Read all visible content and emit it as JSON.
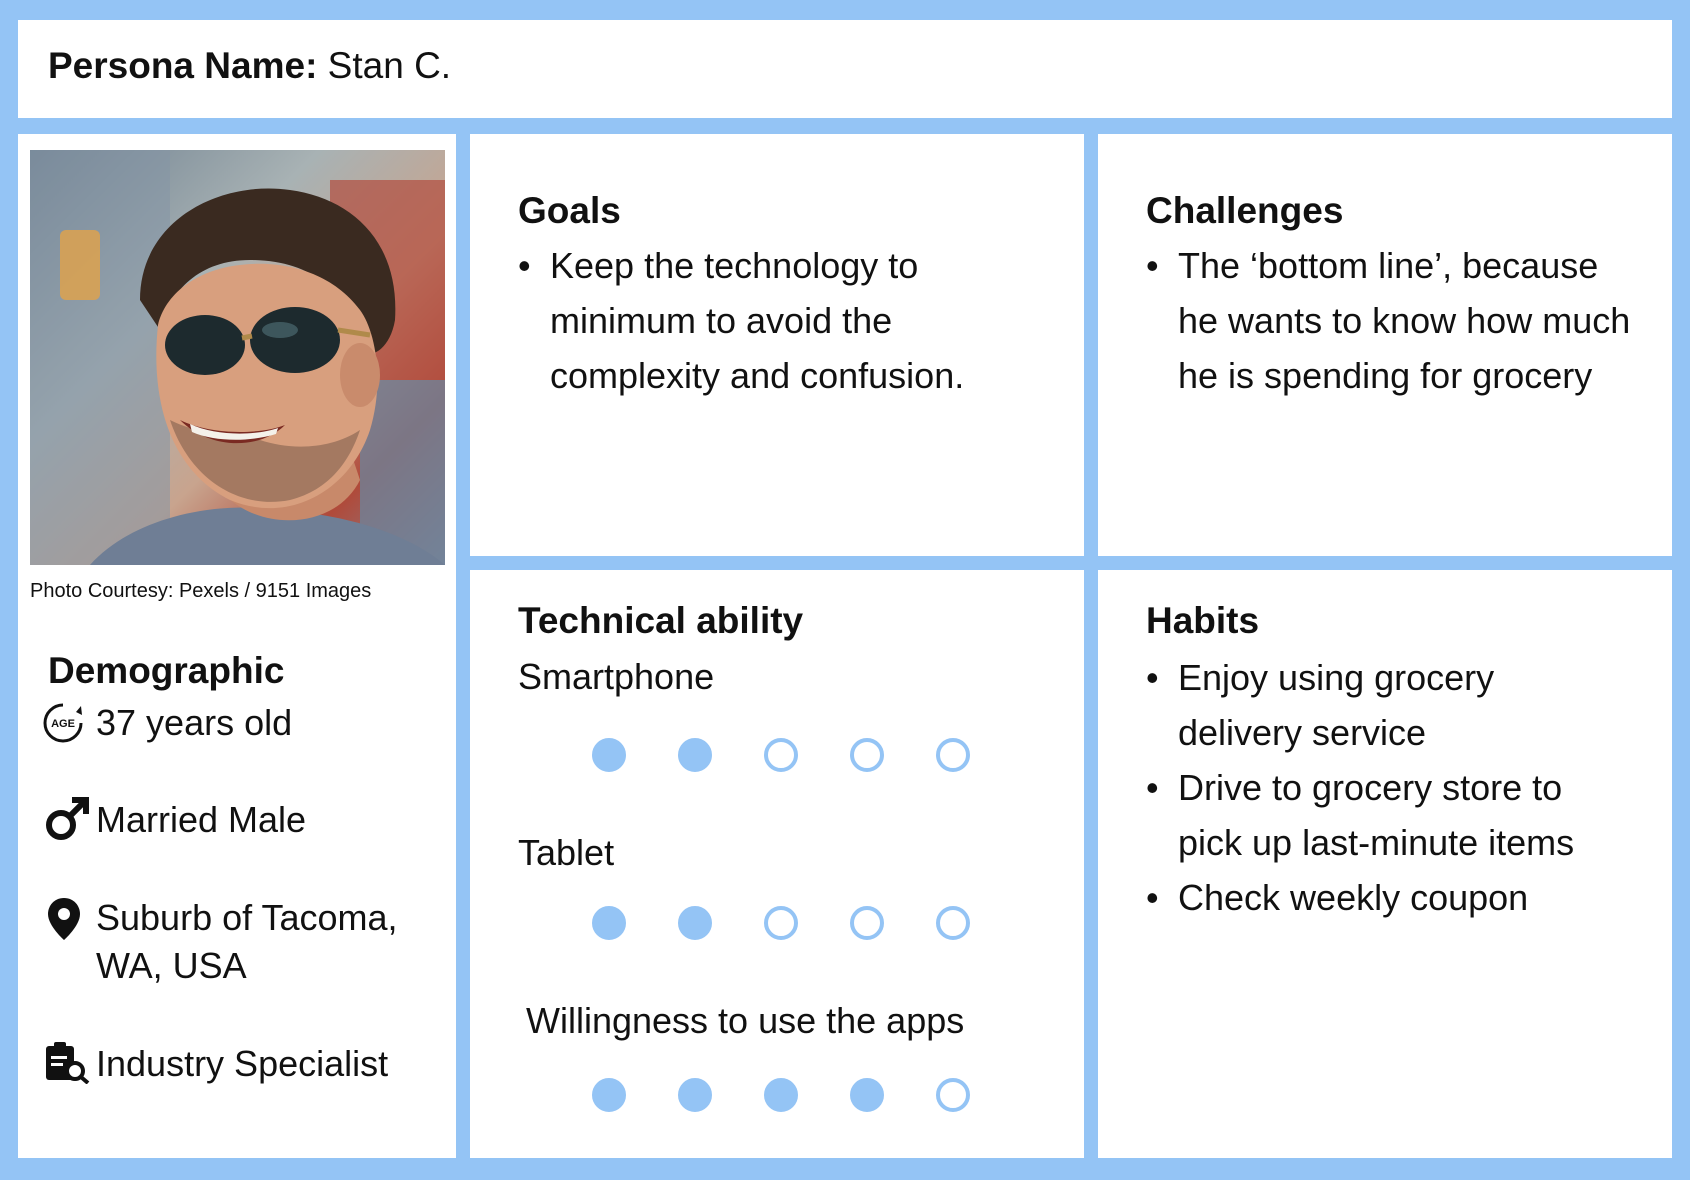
{
  "header": {
    "label": "Persona Name:",
    "name": "Stan C."
  },
  "photo": {
    "credit": "Photo Courtesy: Pexels / 9151 Images"
  },
  "demographic": {
    "title": "Demographic",
    "age": "37 years old",
    "gender": "Married Male",
    "location_line1": "Suburb of Tacoma,",
    "location_line2": "WA, USA",
    "occupation": "Industry Specialist",
    "age_icon_text": "AGE",
    "icons": [
      "age-icon",
      "male-icon",
      "location-pin-icon",
      "clipboard-search-icon"
    ]
  },
  "goals": {
    "title": "Goals",
    "items": [
      "Keep the technology to minimum to avoid the complexity and confusion."
    ]
  },
  "challenges": {
    "title": "Challenges",
    "items": [
      "The ‘bottom line’, because he wants to know how much he is spending for grocery"
    ]
  },
  "technical": {
    "title": "Technical ability",
    "ratings": [
      {
        "label": "Smartphone",
        "value": 2,
        "max": 5
      },
      {
        "label": "Tablet",
        "value": 2,
        "max": 5
      },
      {
        "label": "Willingness to use the apps",
        "value": 4,
        "max": 5
      }
    ]
  },
  "habits": {
    "title": "Habits",
    "items": [
      "Enjoy using grocery delivery service",
      "Drive to grocery store to pick up last-minute items",
      "Check weekly coupon"
    ]
  },
  "colors": {
    "accent": "#94c4f5",
    "background": "#ffffff",
    "text": "#111111"
  }
}
